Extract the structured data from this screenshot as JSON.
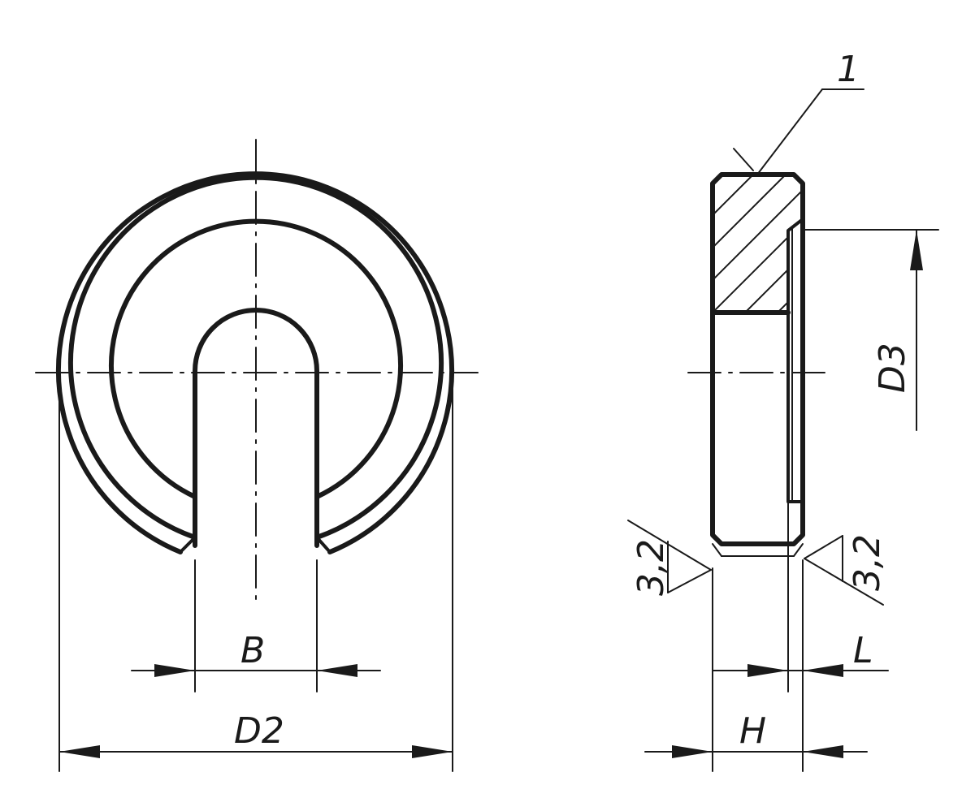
{
  "labels": {
    "part_number": "1",
    "d3": "D3",
    "b": "B",
    "d2": "D2",
    "l": "L",
    "h": "H",
    "roughness_left": "3,2",
    "roughness_right": "3,2"
  }
}
